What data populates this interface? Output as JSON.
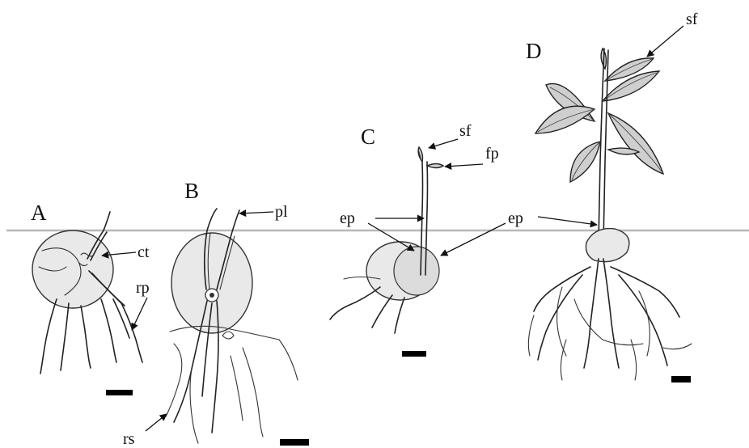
{
  "panels": [
    {
      "id": "A",
      "label": "A"
    },
    {
      "id": "B",
      "label": "B"
    },
    {
      "id": "C",
      "label": "C"
    },
    {
      "id": "D",
      "label": "D"
    }
  ],
  "annotations": {
    "a_ct": "ct",
    "a_rp": "rp",
    "b_pl": "pl",
    "b_rs": "rs",
    "c_sf": "sf",
    "c_fp": "fp",
    "c_ep": "ep",
    "mid_ep": "ep",
    "d_sf": "sf"
  },
  "colors": {
    "soil_line": "#b8b8b8",
    "seed_fill": "#e9e9e9",
    "leaf_fill": "#cfcfcf",
    "scale_bar": "#000000"
  }
}
